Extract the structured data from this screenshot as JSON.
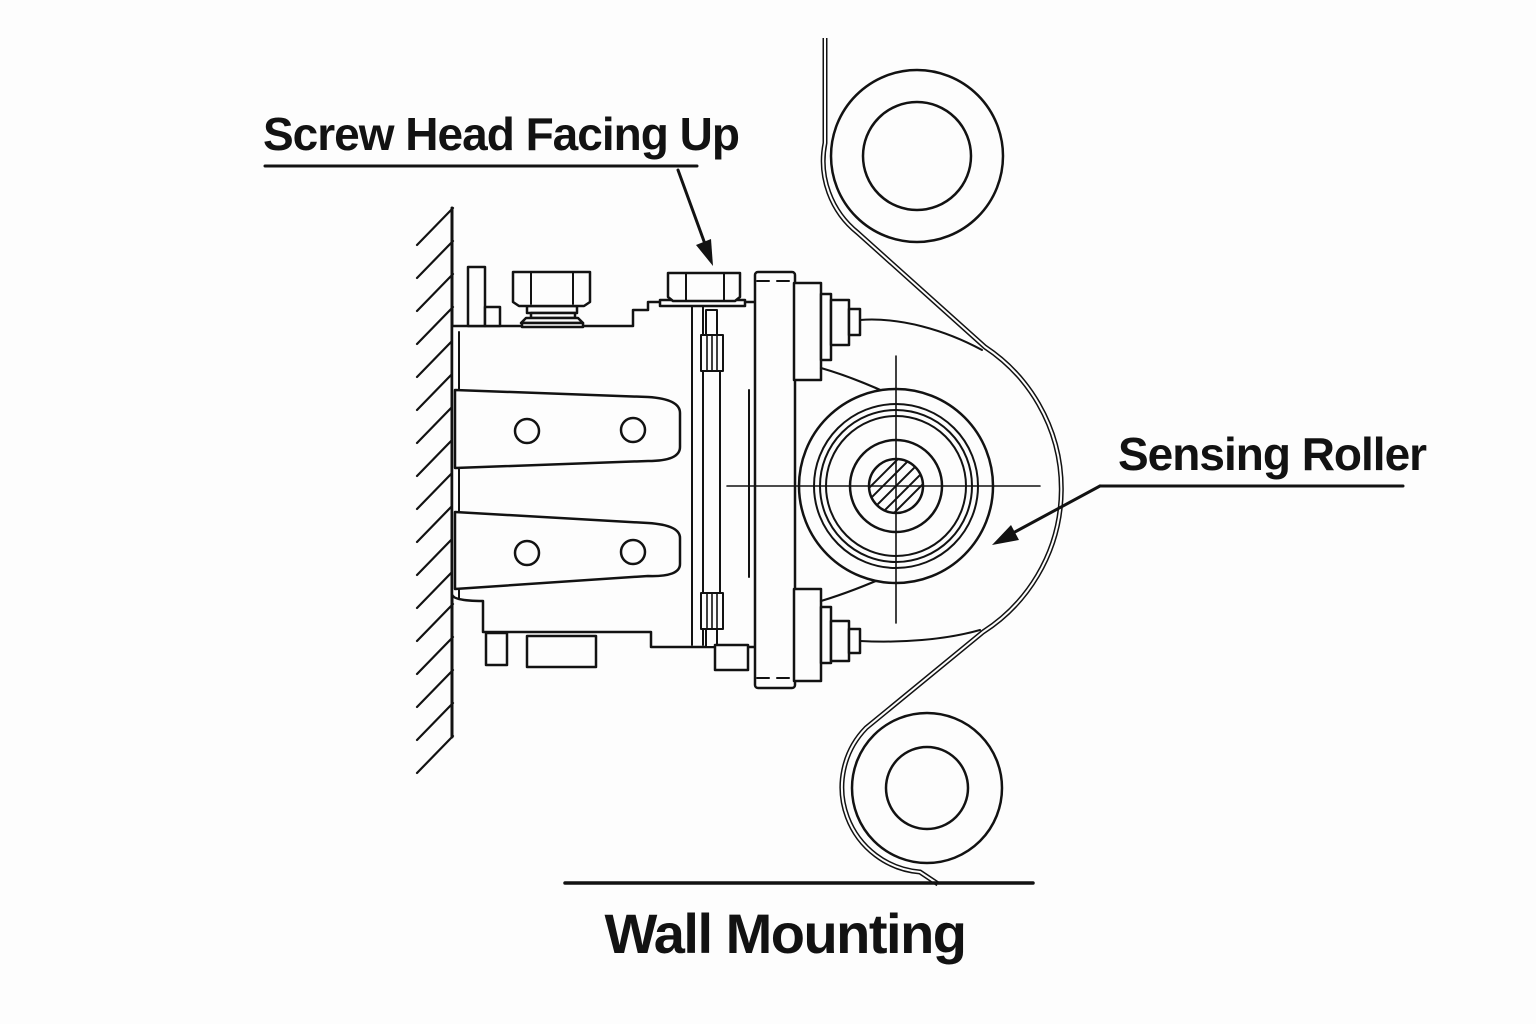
{
  "diagram": {
    "title": "Wall Mounting",
    "callouts": [
      {
        "label": "Screw Head Facing Up"
      },
      {
        "label": "Sensing Roller"
      }
    ],
    "colors": {
      "ink": "#121212",
      "background": "#fdfdfd"
    }
  }
}
